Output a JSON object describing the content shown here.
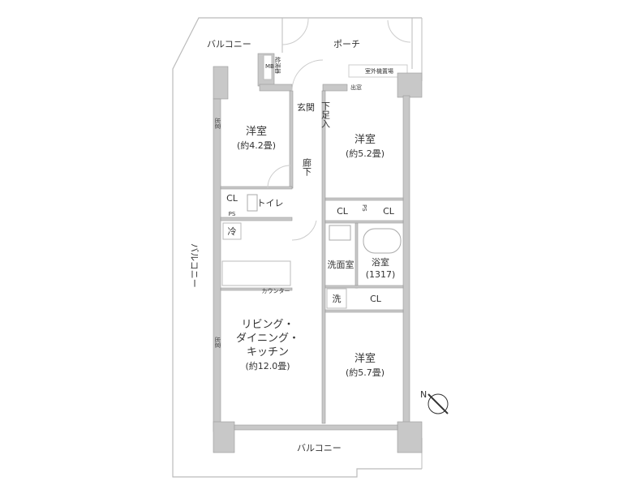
{
  "colors": {
    "wall": "#c8c8c8",
    "line": "#999999",
    "text": "#333333"
  },
  "outside": {
    "balcony_top": "バルコニー",
    "porch": "ポーチ",
    "balcony_left": "バルコニー",
    "balcony_bottom": "バルコニー",
    "outdoor_unit": "室外機置場"
  },
  "rooms": {
    "western_room_1": {
      "name": "洋室",
      "size": "(約4.2畳)"
    },
    "western_room_2": {
      "name": "洋室",
      "size": "(約5.2畳)"
    },
    "western_room_3": {
      "name": "洋室",
      "size": "(約5.7畳)"
    },
    "entrance": "玄関",
    "shoe_storage": "下足入",
    "hallway": "廊下",
    "toilet": "トイレ",
    "ldk": {
      "line1": "リビング・",
      "line2": "ダイニング・",
      "line3": "キッチン",
      "size": "(約12.0畳)"
    },
    "washroom": "洗面室",
    "bathroom": {
      "name": "浴室",
      "size": "(1317)"
    },
    "washer": "洗",
    "fridge": "冷",
    "counter": "カウンター",
    "mb": "MB",
    "water_heater": "給湯器",
    "closet": "CL",
    "ps": "PS",
    "bay_window": "出窓"
  },
  "compass": {
    "label": "N"
  }
}
